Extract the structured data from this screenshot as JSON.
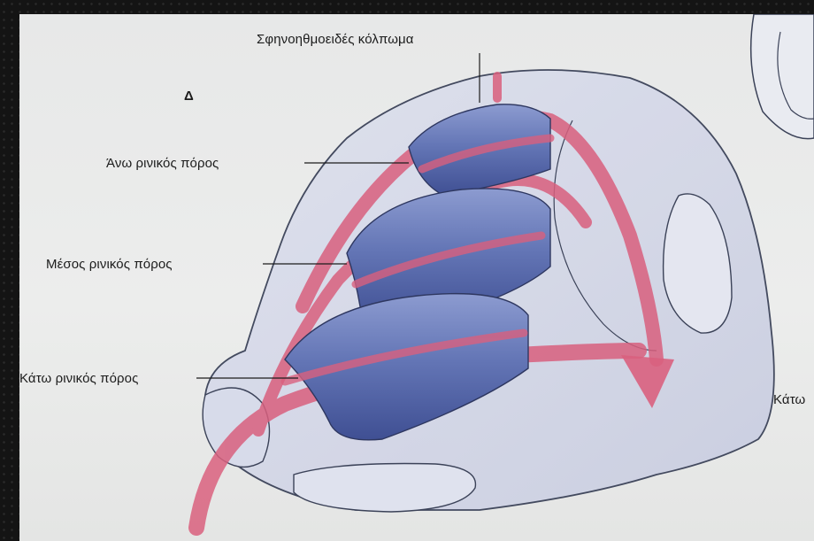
{
  "figure": {
    "panel_letter": "Δ",
    "labels": {
      "sphenoethmoid_recess": "Σφηνοηθμοειδές κόλπωμα",
      "superior_meatus": "Άνω ρινικός πόρος",
      "middle_meatus": "Μέσος ρινικός πόρος",
      "inferior_meatus": "Κάτω ρινικός πόρος",
      "cropped_right_label": "Κάτω"
    }
  },
  "colors": {
    "airflow": "#d9607e",
    "turbinate": "#6a7bb8",
    "outline": "#3b4258",
    "cavity_fill": "#d8dbe8"
  }
}
